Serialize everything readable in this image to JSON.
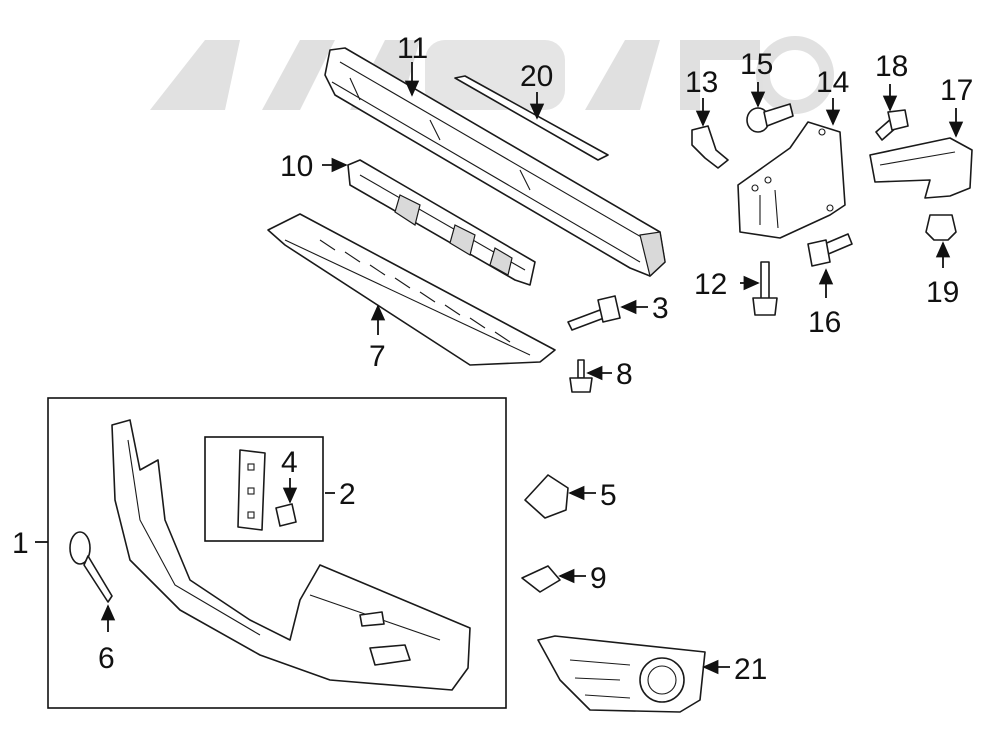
{
  "watermark": "AAAAUTO AUTO",
  "callouts": {
    "c1": "1",
    "c2": "2",
    "c3": "3",
    "c4": "4",
    "c5": "5",
    "c6": "6",
    "c7": "7",
    "c8": "8",
    "c9": "9",
    "c10": "10",
    "c11": "11",
    "c12": "12",
    "c13": "13",
    "c14": "14",
    "c15": "15",
    "c16": "16",
    "c17": "17",
    "c18": "18",
    "c19": "19",
    "c20": "20",
    "c21": "21"
  },
  "colors": {
    "line": "#1a1a1a",
    "watermark": "#c8c8c8",
    "background": "#ffffff"
  }
}
